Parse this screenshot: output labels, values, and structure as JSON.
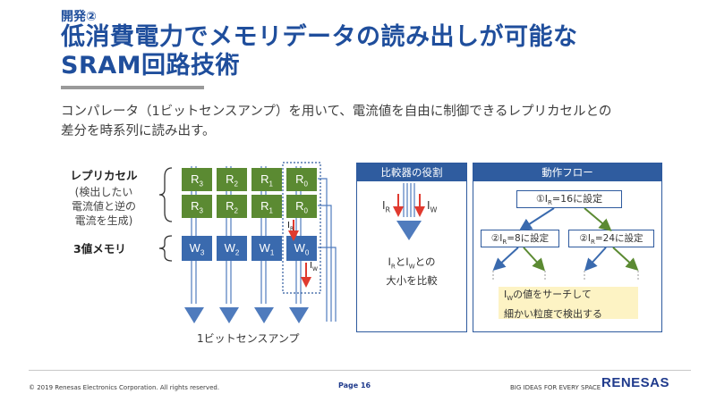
{
  "header": {
    "kicker": "開発②",
    "title_line1": "低消費電力でメモリデータの読み出しが可能な",
    "title_line2": "SRAM回路技術"
  },
  "description": {
    "line1": "コンパレータ（1ビットセンスアンプ）を用いて、電流値を自由に制御できるレプリカセルとの",
    "line2": "差分を時系列に読み出す。"
  },
  "memory_diagram": {
    "replica_label": "レプリカセル",
    "replica_note_line1": "(検出したい",
    "replica_note_line2": "電流値と逆の",
    "replica_note_line3": "電流を生成)",
    "memory_label": "3値メモリ",
    "replica_rows": [
      [
        {
          "main": "R",
          "sub": "3"
        },
        {
          "main": "R",
          "sub": "2"
        },
        {
          "main": "R",
          "sub": "1"
        },
        {
          "main": "R",
          "sub": "0"
        }
      ],
      [
        {
          "main": "R",
          "sub": "3"
        },
        {
          "main": "R",
          "sub": "2"
        },
        {
          "main": "R",
          "sub": "1"
        },
        {
          "main": "R",
          "sub": "0"
        }
      ]
    ],
    "memory_row": [
      {
        "main": "W",
        "sub": "3"
      },
      {
        "main": "W",
        "sub": "2"
      },
      {
        "main": "W",
        "sub": "1"
      },
      {
        "main": "W",
        "sub": "0"
      }
    ],
    "ir_label": {
      "main": "I",
      "sub": "R"
    },
    "iw_label": {
      "main": "I",
      "sub": "W"
    },
    "sense_amp_label": "1ビットセンスアンプ",
    "colors": {
      "replica": "#5b8a32",
      "memory": "#3a6aae",
      "arrow": "#e03a2f",
      "line": "#4f7bbd"
    }
  },
  "comparator_panel": {
    "title": "比較器の役割",
    "ir": {
      "main": "I",
      "sub": "R"
    },
    "iw": {
      "main": "I",
      "sub": "W"
    },
    "caption_line1_parts": {
      "a": "I",
      "a_sub": "R",
      "mid": "と",
      "b": "I",
      "b_sub": "W",
      "end": "との"
    },
    "caption_line2": "大小を比較"
  },
  "flow_panel": {
    "title": "動作フロー",
    "step1": {
      "prefix": "①I",
      "sub": "R",
      "suffix": "=16に設定"
    },
    "step2a": {
      "prefix": "②I",
      "sub": "R",
      "suffix": "=8に設定"
    },
    "step2b": {
      "prefix": "②I",
      "sub": "R",
      "suffix": "=24に設定"
    },
    "note_line1_parts": {
      "a": "I",
      "a_sub": "W",
      "rest": "の値をサーチして"
    },
    "note_line2": "細かい粒度で検出する",
    "colors": {
      "blue_arrow": "#3a6aae",
      "green_arrow": "#5b8a32",
      "note_bg": "#fdf3c4"
    }
  },
  "footer": {
    "copyright": "© 2019 Renesas Electronics Corporation. All rights reserved.",
    "page": "Page 16",
    "tagline": "BIG IDEAS FOR EVERY SPACE",
    "logo": "RENESAS"
  }
}
